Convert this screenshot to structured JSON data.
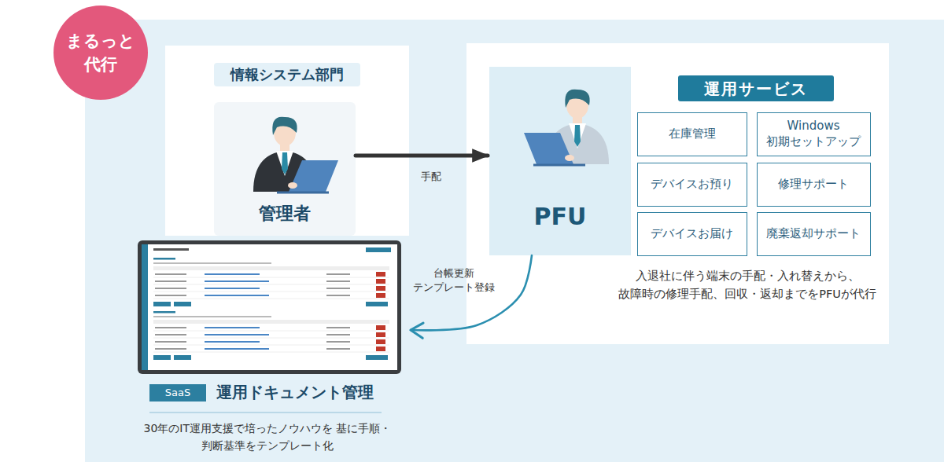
{
  "diagram": {
    "nodes": [
      {
        "text": [
          "まるっと 代行"
        ]
      },
      {
        "text": [
          "情報システム部門"
        ]
      },
      {
        "text": [
          "管理者"
        ],
        "in": 1
      },
      {
        "text": [
          "運用サービス",
          "入退社に伴う端末の手配・入れ替えから、 故障時の修理手配、回収・返却までをPFUが代行"
        ]
      },
      {
        "text": [
          "PFU"
        ],
        "in": 3
      },
      {
        "text": [
          "在庫管理"
        ],
        "in": 3
      },
      {
        "text": [
          "Windows 初期セットアップ"
        ],
        "in": 3
      },
      {
        "text": [
          "デバイスお預り"
        ],
        "in": 3
      },
      {
        "text": [
          "修理サポート"
        ],
        "in": 3
      },
      {
        "text": [
          "デバイスお届け"
        ],
        "in": 3
      },
      {
        "text": [
          "廃棄返却サポート"
        ],
        "in": 3
      },
      {
        "text": [
          "SaaS",
          "運用ドキュメント管理",
          "30年のIT運用支援で培ったノウハウを 基に手順・判断基準をテンプレート化"
        ]
      }
    ],
    "edges": [
      {
        "from": 2,
        "to": 4,
        "arrow": "to",
        "label": "手配"
      },
      {
        "from": 4,
        "to": 11,
        "arrow": "to",
        "label": "台帳更新 テンプレート登録"
      }
    ]
  }
}
